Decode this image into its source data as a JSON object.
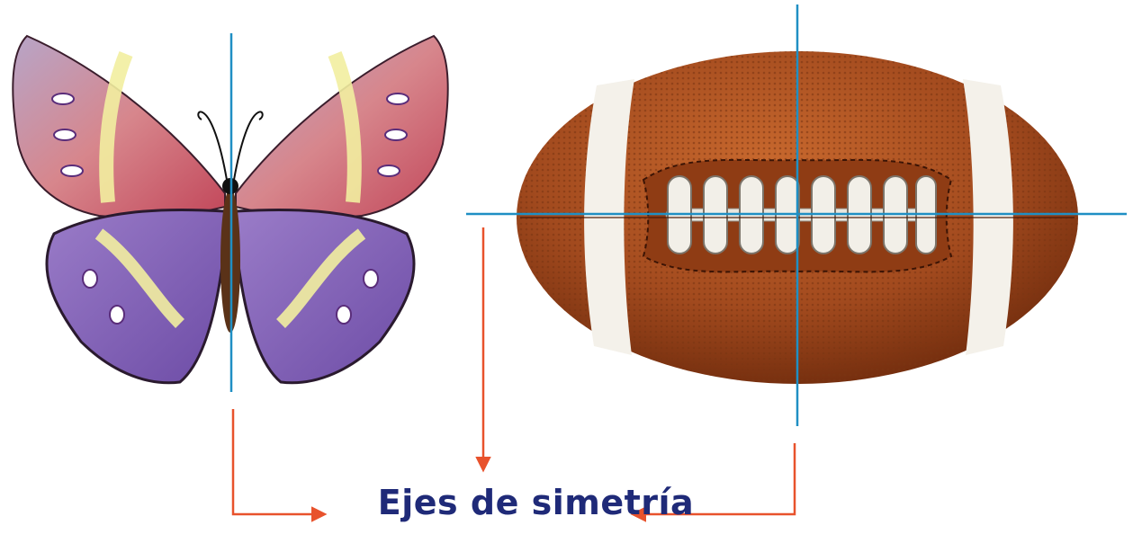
{
  "caption": "Ejes de simetría",
  "colors": {
    "axis_line": "#1f8fc4",
    "arrow": "#e8522c",
    "caption_text": "#1f2a78",
    "ball_leather": "#a24a1e",
    "ball_stripe": "#f4f1ea",
    "butterfly_upper_wing": "#c9606a",
    "butterfly_lower_wing": "#8b62b8",
    "butterfly_band": "#f2eea0",
    "butterfly_body": "#5a3218"
  },
  "figures": [
    {
      "name": "butterfly",
      "axes_of_symmetry": [
        "vertical"
      ]
    },
    {
      "name": "american-football",
      "axes_of_symmetry": [
        "vertical",
        "horizontal"
      ]
    }
  ]
}
